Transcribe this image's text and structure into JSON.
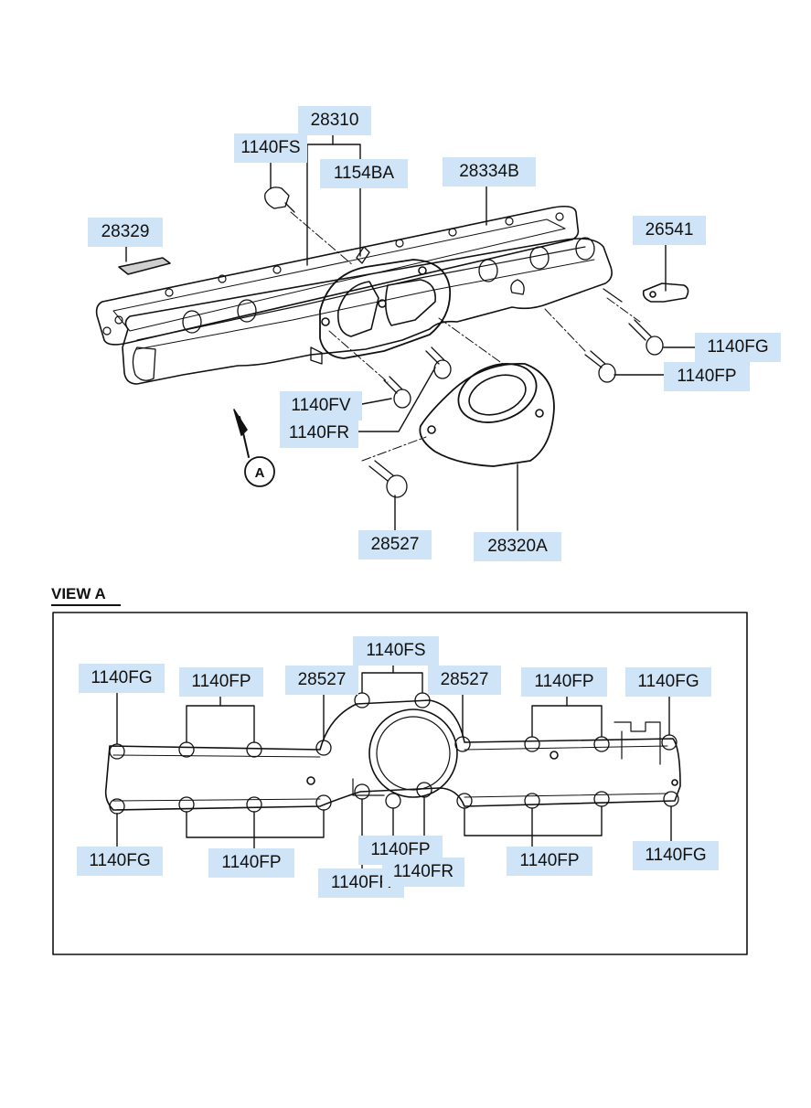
{
  "colors": {
    "label_bg": "#cfe4f7",
    "line": "#111111"
  },
  "main_view": {
    "labels": {
      "p28310": "28310",
      "p1140fs": "1140FS",
      "p1154ba": "1154BA",
      "p28334b": "28334B",
      "p28329": "28329",
      "p26541": "26541",
      "p1140fg": "1140FG",
      "p1140fp": "1140FP",
      "p1140fv": "1140FV",
      "p1140fr": "1140FR",
      "p28527": "28527",
      "p28320a": "28320A"
    },
    "arrow_marker": "A"
  },
  "view_a": {
    "title": "VIEW  A",
    "labels": {
      "top_fg_left": "1140FG",
      "top_fp_left": "1140FP",
      "top_28527_left": "28527",
      "top_fs": "1140FS",
      "top_28527_right": "28527",
      "top_fp_right": "1140FP",
      "top_fg_right": "1140FG",
      "bot_fg_left": "1140FG",
      "bot_fp_left": "1140FP",
      "bot_fp_center": "1140FP",
      "bot_fr_left": "1140FR",
      "bot_fr_right": "1140FR",
      "bot_fp_right": "1140FP",
      "bot_fg_right": "1140FG"
    }
  }
}
